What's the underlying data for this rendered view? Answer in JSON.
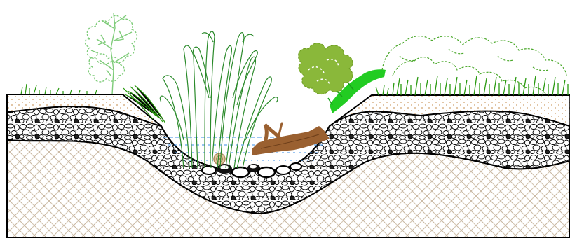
{
  "diagram": {
    "layers": [
      "topsoil",
      "gravel",
      "native-soil",
      "water",
      "stones"
    ],
    "vegetation": [
      "tree",
      "reeds",
      "shrub",
      "hedge",
      "grass"
    ],
    "colors": {
      "background": "#ffffff",
      "outline": "#000000",
      "topsoil_dots": "#d8b48a",
      "native_soil_hatch": "#c8b6a0",
      "water_line": "#3a8ee6",
      "tree": "#7fcc7a",
      "reeds": "#2a8a2a",
      "shrub": "#8ab83a",
      "shrub_bright": "#22cc22",
      "hedge": "#4aa82a",
      "grass": "#2a9a10",
      "log": "#9a6030",
      "snail": "#b08a60"
    }
  }
}
